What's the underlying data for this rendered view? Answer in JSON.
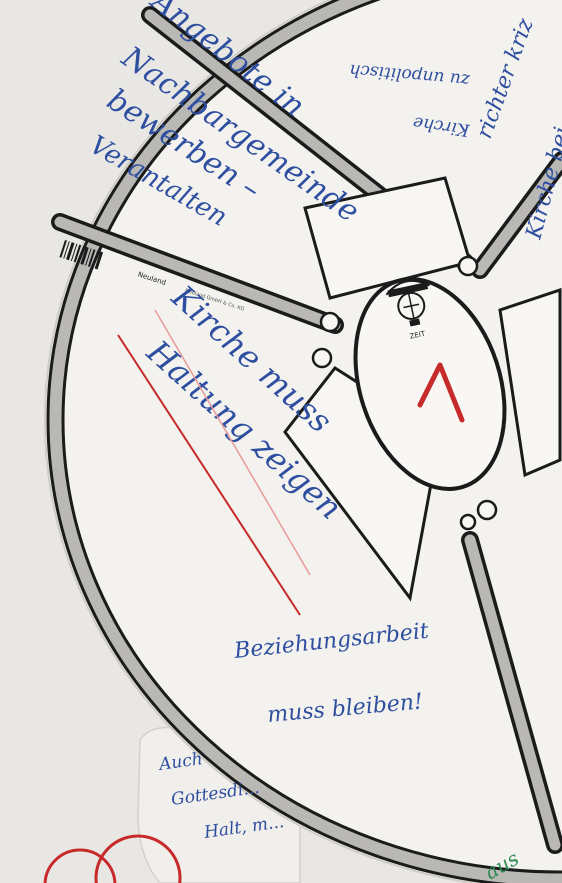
{
  "photo": {
    "subject": "hand-written-wheel-poster",
    "colors": {
      "wall": "#e9e7e3",
      "paper": "#f4f2ee",
      "ring_gray": "#b9b8b5",
      "ink_black": "#1b1b1b",
      "ink_blue": "#2e4fa0",
      "ink_red": "#c72a2a",
      "ink_green": "#2b8a4f"
    }
  },
  "notes": {
    "top_left": [
      "Angebote in",
      "Nachbargemeinde",
      "bewerben –",
      "Verantalten"
    ],
    "top_right_upside": [
      "zu unpolitisch",
      "Kirche"
    ],
    "top_edge_right": [
      "richter kriz",
      "Kirche bei"
    ],
    "middle": [
      "Kirche muss",
      "Haltung zeigen"
    ],
    "lower": [
      "Beziehungsarbeit",
      "muss bleiben!"
    ],
    "bottom_wall": [
      "Auch",
      "Gottesdi...",
      "Halt, m..."
    ],
    "bottom_green": "aus"
  },
  "hub": {
    "emblem": "balloon-emblem",
    "emblem_caption": "ZEIT",
    "pointer_color": "#c72a2a"
  },
  "print_strip": {
    "brand": "Neuland",
    "small_text": "Neuland GmbH & Co. KG"
  }
}
